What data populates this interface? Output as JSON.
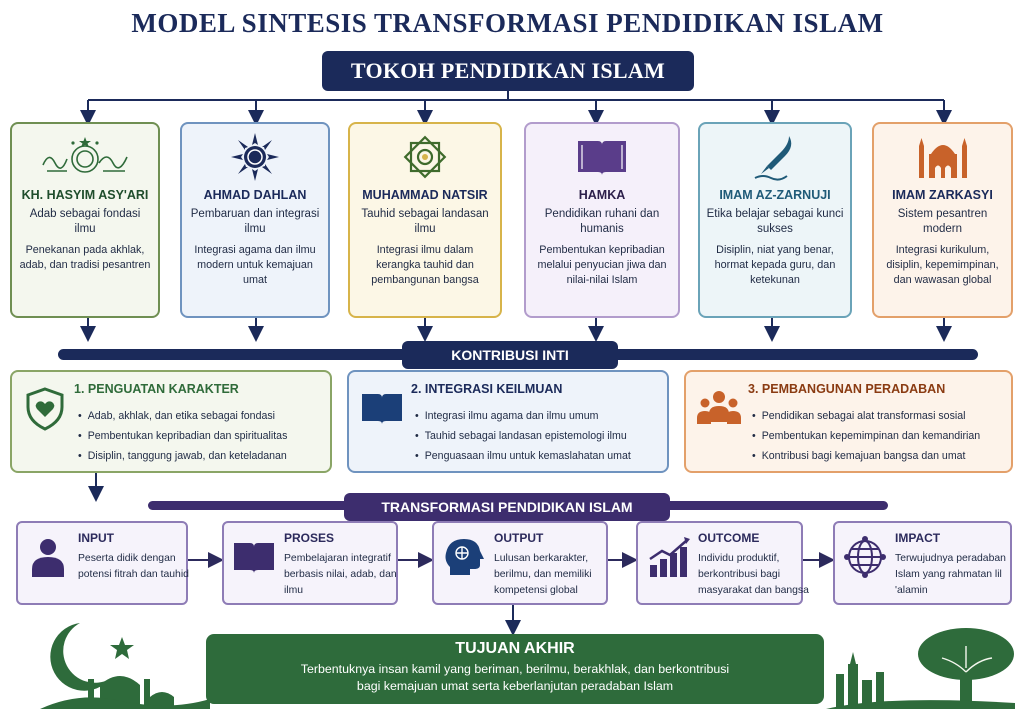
{
  "title": "MODEL SINTESIS TRANSFORMASI PENDIDIKAN ISLAM",
  "tokoh_header": "TOKOH PENDIDIKAN ISLAM",
  "tokoh": [
    {
      "name": "KH. HASYIM ASY'ARI",
      "subtitle": "Adab sebagai fondasi ilmu",
      "description": "Penekanan pada akhlak, adab, dan tradisi pesantren",
      "icon": "calligraphy-icon",
      "color": "#2f6b3a"
    },
    {
      "name": "AHMAD DAHLAN",
      "subtitle": "Pembaruan dan integrasi ilmu",
      "description": "Integrasi agama dan ilmu modern untuk kemajuan umat",
      "icon": "muhammadiyah-sun-icon",
      "color": "#1b2a5a"
    },
    {
      "name": "MUHAMMAD NATSIR",
      "subtitle": "Tauhid sebagai landasan ilmu",
      "description": "Integrasi ilmu dalam kerangka tauhid dan pembangunan bangsa",
      "icon": "islamic-star-emblem-icon",
      "color": "#1b2a5a"
    },
    {
      "name": "HAMKA",
      "subtitle": "Pendidikan ruhani dan humanis",
      "description": "Pembentukan kepribadian melalui penyucian jiwa dan nilai-nilai Islam",
      "icon": "open-book-icon",
      "color": "#1b2a5a"
    },
    {
      "name": "IMAM AZ-ZARNUJI",
      "subtitle": "Etika belajar sebagai kunci sukses",
      "description": "Disiplin, niat yang benar, hormat kepada guru, dan ketekunan",
      "icon": "quill-pen-icon",
      "color": "#1f5a78"
    },
    {
      "name": "IMAM ZARKASYI",
      "subtitle": "Sistem pesantren modern",
      "description": "Integrasi kurikulum, disiplin, kepemimpinan, dan wawasan global",
      "icon": "mosque-icon",
      "color": "#1b2a5a"
    }
  ],
  "kontribusi_header": "KONTRIBUSI INTI",
  "kontribusi": [
    {
      "title": "1. PENGUATAN KARAKTER",
      "items": [
        "Adab, akhlak, dan etika sebagai fondasi",
        "Pembentukan kepribadian dan spiritualitas",
        "Disiplin, tanggung jawab, dan keteladanan"
      ],
      "icon": "shield-heart-icon",
      "color": "#2f6b3a"
    },
    {
      "title": "2. INTEGRASI KEILMUAN",
      "items": [
        "Integrasi ilmu agama dan ilmu umum",
        "Tauhid sebagai landasan epistemologi ilmu",
        "Penguasaan ilmu untuk kemaslahatan umat"
      ],
      "icon": "open-book-icon",
      "color": "#1b2a5a"
    },
    {
      "title": "3. PEMBANGUNAN PERADABAN",
      "items": [
        "Pendidikan sebagai alat transformasi sosial",
        "Pembentukan kepemimpinan dan kemandirian",
        "Kontribusi bagi kemajuan bangsa dan umat"
      ],
      "icon": "people-group-icon",
      "color": "#8a3b12"
    }
  ],
  "transformasi_header": "TRANSFORMASI PENDIDIKAN ISLAM",
  "flow": [
    {
      "title": "INPUT",
      "description": "Peserta didik dengan potensi fitrah dan tauhid",
      "icon": "person-icon"
    },
    {
      "title": "PROSES",
      "description": "Pembelajaran integratif berbasis nilai, adab, dan ilmu",
      "icon": "open-book-icon"
    },
    {
      "title": "OUTPUT",
      "description": "Lulusan berkarakter, berilmu, dan memiliki kompetensi global",
      "icon": "head-brain-icon"
    },
    {
      "title": "OUTCOME",
      "description": "Individu produktif, berkontribusi bagi masyarakat dan bangsa",
      "icon": "growth-chart-icon"
    },
    {
      "title": "IMPACT",
      "description": "Terwujudnya peradaban Islam yang rahmatan lil 'alamin",
      "icon": "globe-network-icon"
    }
  ],
  "tujuan": {
    "title": "TUJUAN AKHIR",
    "description_line1": "Terbentuknya insan kamil yang beriman, berilmu, berakhlak, dan berkontribusi",
    "description_line2": "bagi kemajuan umat serta keberlanjutan peradaban Islam"
  },
  "colors": {
    "navy": "#1b2a5a",
    "purple": "#3d2d6e",
    "green": "#2e6b3b"
  }
}
